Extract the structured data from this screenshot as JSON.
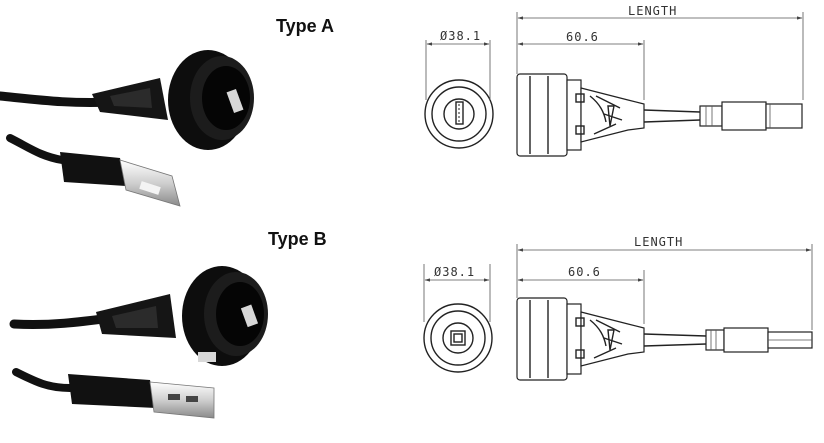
{
  "labels": {
    "type_a": "Type A",
    "type_b": "Type B"
  },
  "drawing_a": {
    "diameter": "Ø38.1",
    "length_label": "LENGTH",
    "depth": "60.6"
  },
  "drawing_b": {
    "diameter": "Ø38.1",
    "length_label": "LENGTH",
    "depth": "60.6"
  },
  "colors": {
    "product_body": "#151515",
    "line": "#222222",
    "background": "#ffffff"
  }
}
